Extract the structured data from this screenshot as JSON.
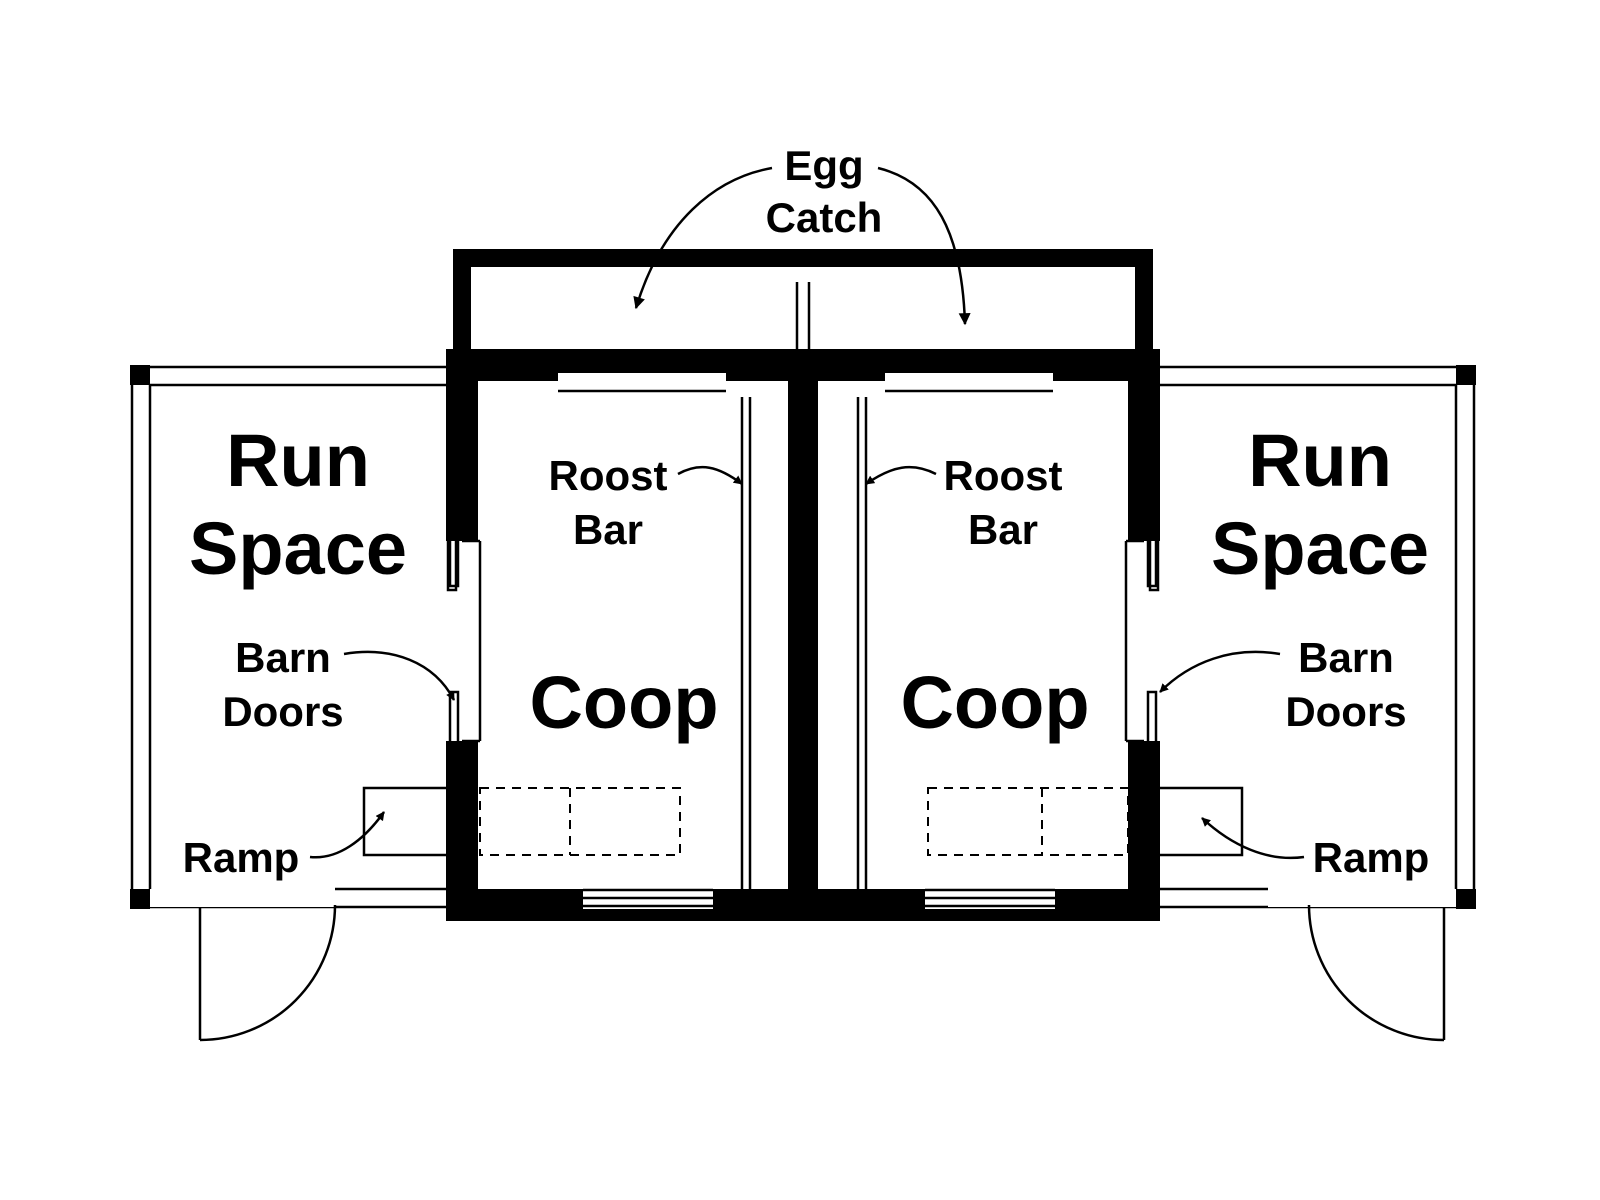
{
  "labels": {
    "egg_catch": {
      "line1": "Egg",
      "line2": "Catch"
    },
    "run_space_left": {
      "line1": "Run",
      "line2": "Space"
    },
    "run_space_right": {
      "line1": "Run",
      "line2": "Space"
    },
    "coop_left": "Coop",
    "coop_right": "Coop",
    "roost_bar_left": {
      "line1": "Roost",
      "line2": "Bar"
    },
    "roost_bar_right": {
      "line1": "Roost",
      "line2": "Bar"
    },
    "barn_doors_left": {
      "line1": "Barn",
      "line2": "Doors"
    },
    "barn_doors_right": {
      "line1": "Barn",
      "line2": "Doors"
    },
    "ramp_left": "Ramp",
    "ramp_right": "Ramp"
  },
  "colors": {
    "ink": "#000000",
    "paper": "#ffffff"
  }
}
